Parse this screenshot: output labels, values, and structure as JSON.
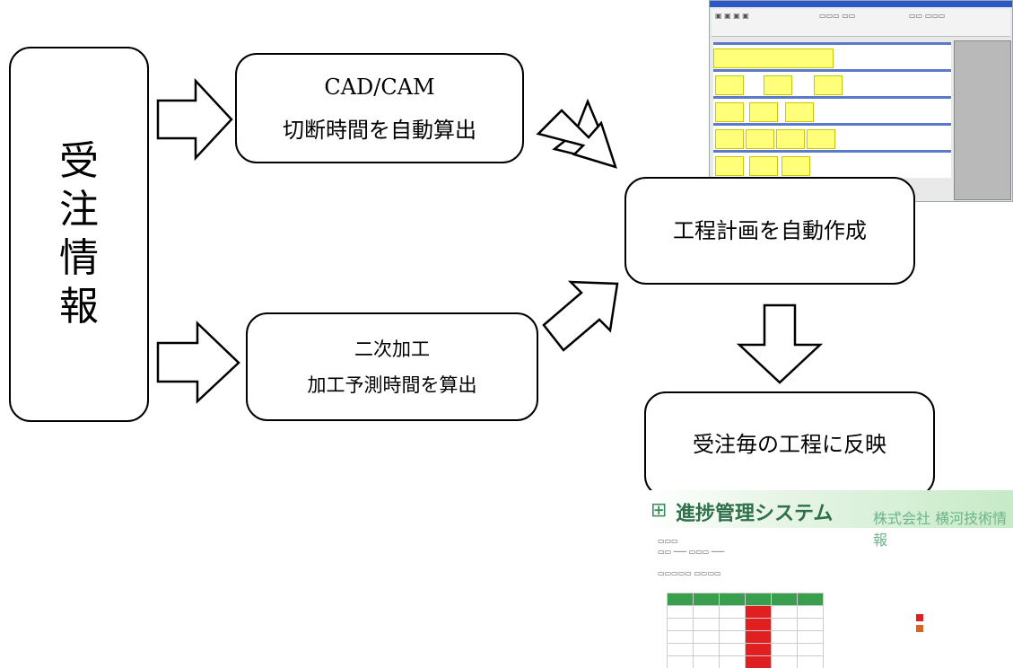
{
  "nodes": {
    "order_info": [
      "受",
      "注",
      "情",
      "報"
    ],
    "cadcam": {
      "line1": "CAD/CAM",
      "line2": "切断時間を自動算出"
    },
    "secondary": {
      "line1": "二次加工",
      "line2": "加工予測時間を算出"
    },
    "schedule": "工程計画を自動作成",
    "reflect": "受注毎の工程に反映"
  },
  "screenshots": {
    "progress_app": {
      "title": "進捗管理システム",
      "company": "株式会社 横河技術情報"
    }
  }
}
